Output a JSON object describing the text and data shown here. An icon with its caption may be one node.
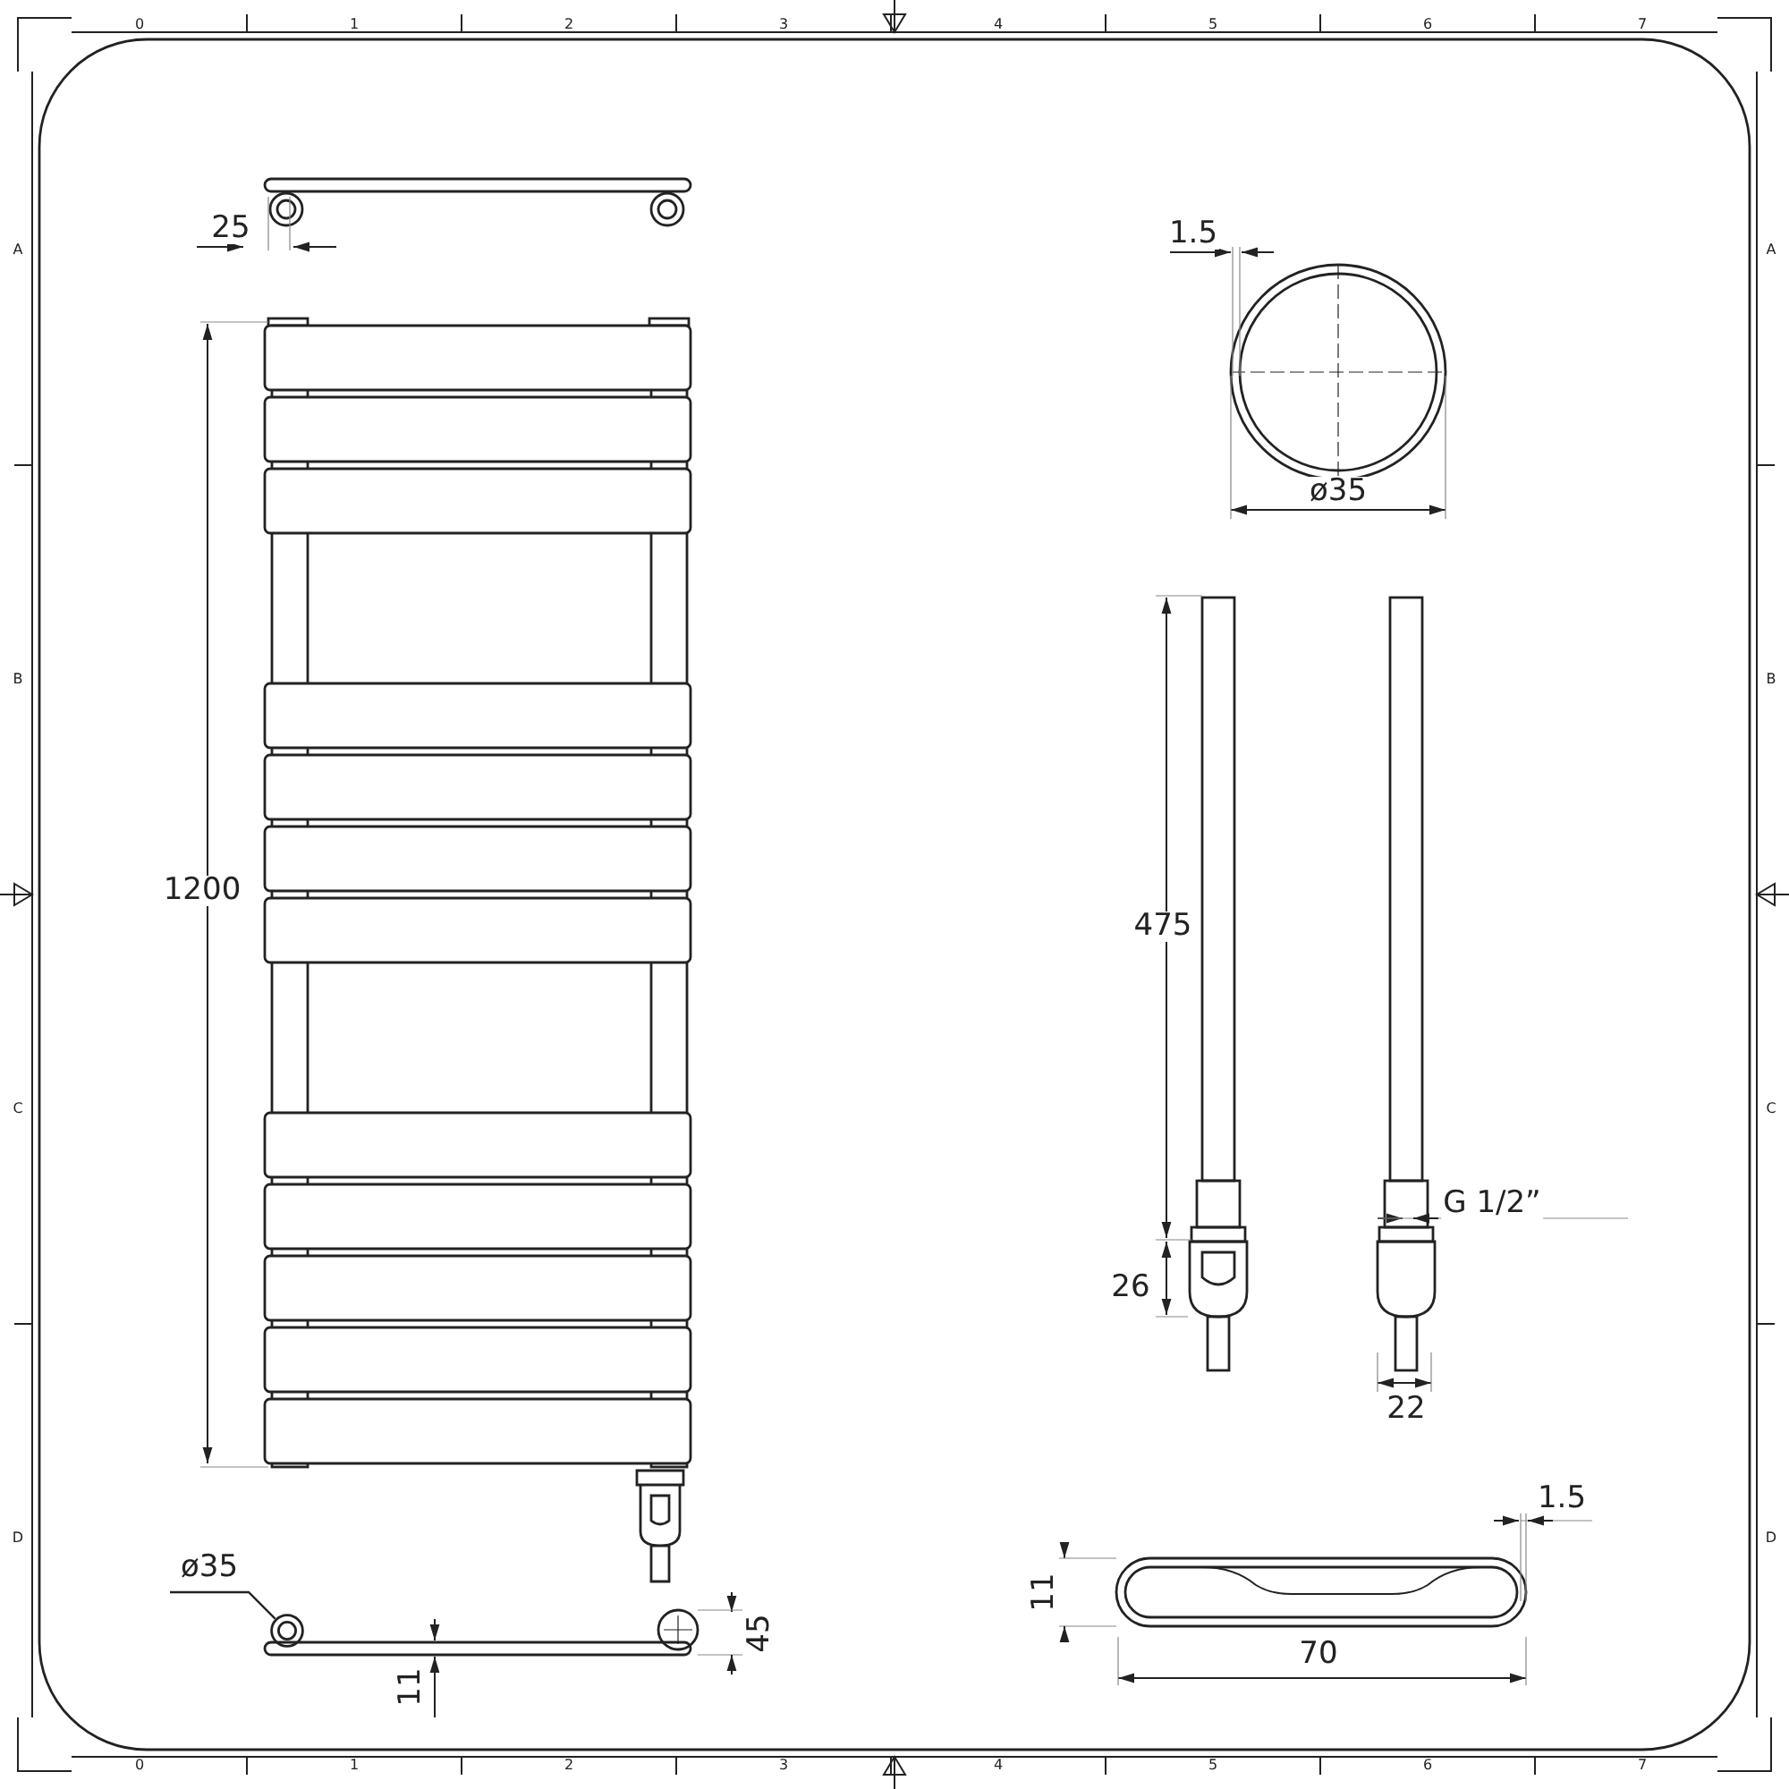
{
  "diagram": {
    "nodes": [
      {
        "text": [
          "ø35"
        ]
      },
      {
        "text": [],
        "shape": "circle"
      }
    ],
    "edges": [
      {
        "from": 0,
        "to": 1,
        "arrow": "none"
      }
    ],
    "labels": [
      "0",
      "1",
      "2",
      "3",
      "4",
      "5",
      "6",
      "7",
      "A",
      "B",
      "C",
      "D",
      "A",
      "B",
      "C",
      "D",
      "25",
      "1.5",
      "ø35",
      "1200",
      "475",
      "G 1/2”",
      "26",
      "22",
      "1.5",
      "11",
      "70",
      "45",
      "11",
      "0",
      "1",
      "2",
      "3",
      "4",
      "5",
      "6",
      "7"
    ]
  }
}
